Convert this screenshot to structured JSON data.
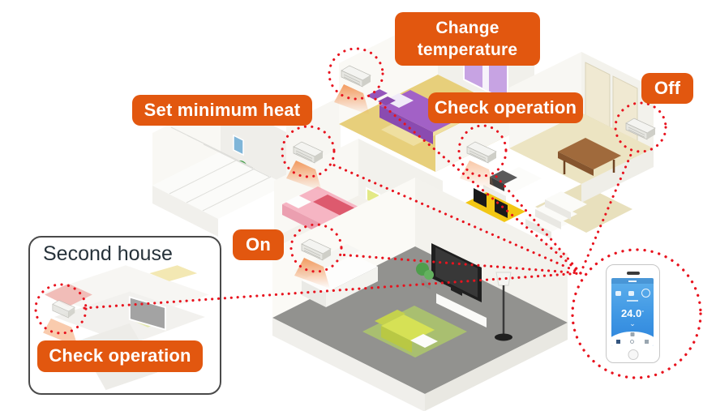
{
  "callouts": {
    "change_temperature": "Change temperature",
    "set_minimum_heat": "Set minimum heat",
    "check_operation": "Check operation",
    "power_on": "On",
    "power_off": "Off"
  },
  "inset": {
    "title": "Second house",
    "callout": "Check operation"
  },
  "phone": {
    "temperature": "24.0",
    "temperature_suffix": "°",
    "chevron_icon": "⌄"
  },
  "colors": {
    "callout_bg": "#e2570f",
    "callout_text": "#ffffff",
    "dotted_red": "#e8131e",
    "glow_orange": "#f2904e",
    "inset_border": "#4a4a4a",
    "inset_title_text": "#26323a",
    "phone_screen_top": "#5fb0ec",
    "phone_screen_bottom": "#2e85dc",
    "living_floor": "#92928f",
    "bedroom_floor": "#e7cf7b",
    "dining_floor": "#ece4c2"
  }
}
